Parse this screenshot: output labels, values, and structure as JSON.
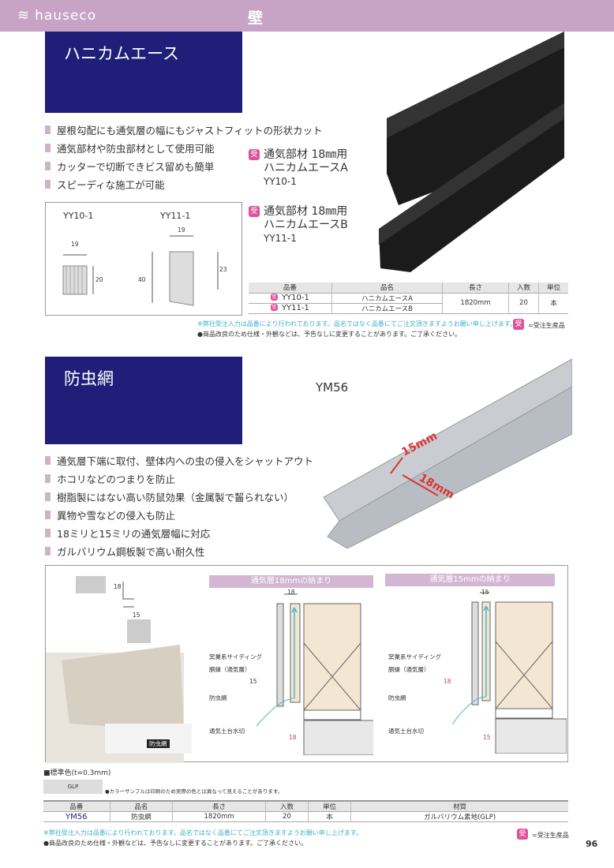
{
  "header": {
    "logo": "hauseco",
    "category": "壁"
  },
  "honeycomb": {
    "title": "ハニカムエース",
    "features": [
      "屋根勾配にも通気層の幅にもジャストフィットの形状カット",
      "通気部材や防虫部材として使用可能",
      "カッターで切断できビス留めも簡単",
      "スピーディな施工が可能"
    ],
    "products": [
      {
        "badge": "受",
        "line1": "通気部材 18㎜用",
        "line2": "ハニカムエースA",
        "code": "YY10-1"
      },
      {
        "badge": "受",
        "line1": "通気部材 18㎜用",
        "line2": "ハニカムエースB",
        "code": "YY11-1"
      }
    ],
    "diagram": {
      "a_code": "YY10-1",
      "a_width": "19",
      "a_height": "20",
      "b_code": "YY11-1",
      "b_width": "19",
      "b_height_left": "40",
      "b_height_right": "23"
    },
    "table": {
      "headers": [
        "品番",
        "品名",
        "長さ",
        "入数",
        "単位"
      ],
      "rows": [
        {
          "code": "YY10-1",
          "name": "ハニカムエースA"
        },
        {
          "code": "YY11-1",
          "name": "ハニカムエースB"
        }
      ],
      "length": "1820mm",
      "qty": "20",
      "unit": "本"
    },
    "note1": "※弊社受注入力は品番により行われております。品名ではなく品番にてご注文頂きますようお願い申し上げます。",
    "legend_badge": "受",
    "legend_text": "=受注生産品",
    "note2": "●商品改良のため仕様・外観などは、予告なしに変更することがあります。ご了承ください。"
  },
  "insect": {
    "title": "防虫網",
    "code_label": "YM56",
    "dim1": "15mm",
    "dim2": "18mm",
    "features": [
      "通気層下端に取付、壁体内への虫の侵入をシャットアウト",
      "ホコリなどのつまりを防止",
      "樹脂製にはない高い防鼠効果（金属製で齧られない）",
      "異物や雪などの侵入も防止",
      "18ミリと15ミリの通気層幅に対応",
      "ガルバリウム鋼板製で高い耐久性"
    ],
    "section_dims": {
      "d18": "18",
      "d15": "15"
    },
    "photo_label": "防虫網",
    "detail18": {
      "title": "通気層18mmの納まり",
      "top": "18",
      "side": "15",
      "bottom": "18"
    },
    "detail15": {
      "title": "通気層15mmの納まり",
      "top": "15",
      "side": "18",
      "bottom": "15"
    },
    "labels": [
      "窯業系サイディング",
      "胴縁（通気層）",
      "防虫網",
      "通気土台水切"
    ],
    "color_title": "■標準色(t=0.3mm)",
    "color_swatch": "GLP",
    "color_note": "●カラーサンプルは印刷のため実際の色とは異なって見えることがあります。",
    "table": {
      "headers": [
        "品番",
        "品名",
        "長さ",
        "入数",
        "単位",
        "材質"
      ],
      "row": [
        "YM56",
        "防虫網",
        "1820mm",
        "20",
        "本",
        "ガルバリウム素地(GLP)"
      ]
    },
    "note1": "※弊社受注入力は品番により行われております。品名ではなく品番にてご注文頂きますようお願い申し上げます。",
    "legend_badge": "受",
    "legend_text": "=受注生産品",
    "note2": "●商品改良のため仕様・外観などは、予告なしに変更することがあります。ご了承ください。"
  },
  "page_number": "96",
  "colors": {
    "header": "#c7a3c6",
    "navy": "#1f1f7a",
    "badge": "#e0509a",
    "note": "#3bb0c9"
  }
}
